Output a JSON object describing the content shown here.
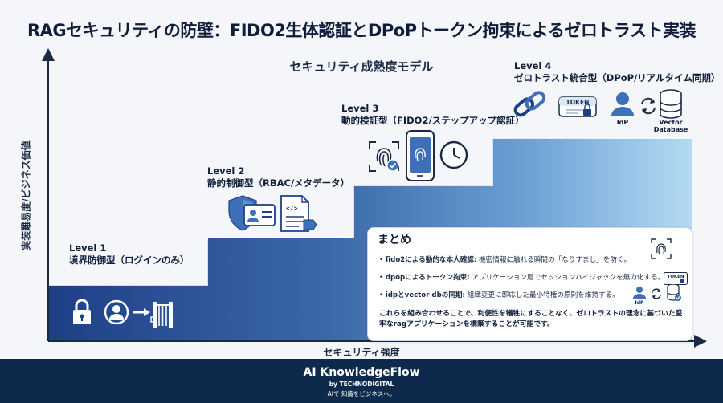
{
  "title": "RAGセキュリティの防壁：FIDO2生体認証とDPoPトークン拘束によるゼロトラスト実装",
  "subtitle": "セキュリティ成熟度モデル",
  "axis": {
    "y": "実装難易度/ビジネス価値",
    "x": "セキュリティ強度"
  },
  "levels": [
    {
      "num": "Level 1",
      "name": "境界防御型（ログインのみ）"
    },
    {
      "num": "Level 2",
      "name": "静的制御型（RBAC/メタデータ）"
    },
    {
      "num": "Level 3",
      "name": "動的検証型（FIDO2/ステップアップ認証）"
    },
    {
      "num": "Level 4",
      "name": "ゼロトラスト統合型（DPoP/リアルタイム同期）"
    }
  ],
  "icons": {
    "level1": [
      "lock-icon",
      "user-icon",
      "arrow-icon",
      "gate-icon"
    ],
    "level2": [
      "shield-icon",
      "id-card-icon",
      "document-code-icon"
    ],
    "level3": [
      "fingerprint-icon",
      "smartphone-fingerprint-icon",
      "clock-icon"
    ],
    "level4": [
      "chain-link-icon",
      "token-key-icon",
      "user-icon",
      "sync-icon",
      "database-icon"
    ],
    "token_text": "TOKEN",
    "idp_label": "IdP",
    "db_label": "Vector Database"
  },
  "summary": {
    "title": "まとめ",
    "points": [
      {
        "head": "fido2による動的な本人確認:",
        "text": " 機密情報に触れる瞬間の「なりすまし」を防ぐ。"
      },
      {
        "head": "dpopによるトークン拘束:",
        "text": " アプリケーション層でセッションハイジャックを無力化する。"
      },
      {
        "head": "idpとvector dbの同期:",
        "text": " 組織変更に即応した最小特権の原則を維持する。"
      }
    ],
    "conclusion": "これらを組み合わせることで、利便性を犠牲にすることなく、ゼロトラストの理念に基づいた堅牢なragアプリケーションを構築することが可能です。",
    "token_text": "TOKEN",
    "idp_label": "IdP"
  },
  "footer": {
    "brand": "AI KnowledgeFlow",
    "by": "by TECHNODIGITAL",
    "tagline": "AIで 知識をビジネスへ。"
  },
  "colors": {
    "dark": "#1f4286",
    "light": "#a9d3f0",
    "footer": "#0d2a4c"
  }
}
